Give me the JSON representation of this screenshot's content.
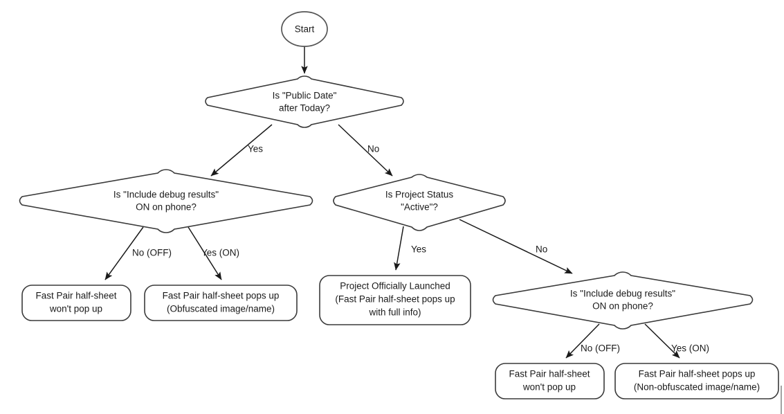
{
  "diagram": {
    "type": "flowchart",
    "title": "Fast Pair half-sheet behavior decision flow",
    "background_color": "#ffffff",
    "line_color": "#1a1a1a",
    "node_stroke_color": "#3a3a3a",
    "nodes": {
      "start": {
        "shape": "ellipse",
        "label": "Start"
      },
      "d1": {
        "shape": "diamond",
        "line1": "Is \"Public Date\"",
        "line2": "after Today?"
      },
      "d2": {
        "shape": "diamond",
        "line1": "Is \"Include debug results\"",
        "line2": "ON on phone?"
      },
      "d3": {
        "shape": "diamond",
        "line1": "Is Project Status",
        "line2": "\"Active\"?"
      },
      "d4": {
        "shape": "diamond",
        "line1": "Is \"Include debug results\"",
        "line2": "ON on phone?"
      },
      "b1": {
        "shape": "rounded-rect",
        "line1": "Fast Pair half-sheet",
        "line2": "won't pop up"
      },
      "b2": {
        "shape": "rounded-rect",
        "line1": "Fast Pair half-sheet pops up",
        "line2": "(Obfuscated image/name)"
      },
      "b3": {
        "shape": "rounded-rect",
        "line1": "Project Officially Launched",
        "line2": "(Fast Pair half-sheet pops up",
        "line3": "with full info)"
      },
      "b4": {
        "shape": "rounded-rect",
        "line1": "Fast Pair half-sheet",
        "line2": "won't pop up"
      },
      "b5": {
        "shape": "rounded-rect",
        "line1": "Fast Pair half-sheet pops up",
        "line2": "(Non-obfuscated image/name)"
      }
    },
    "edge_labels": {
      "d1_yes": "Yes",
      "d1_no": "No",
      "d2_no": "No (OFF)",
      "d2_yes": "Yes (ON)",
      "d3_yes": "Yes",
      "d3_no": "No",
      "d4_no": "No (OFF)",
      "d4_yes": "Yes (ON)"
    }
  }
}
